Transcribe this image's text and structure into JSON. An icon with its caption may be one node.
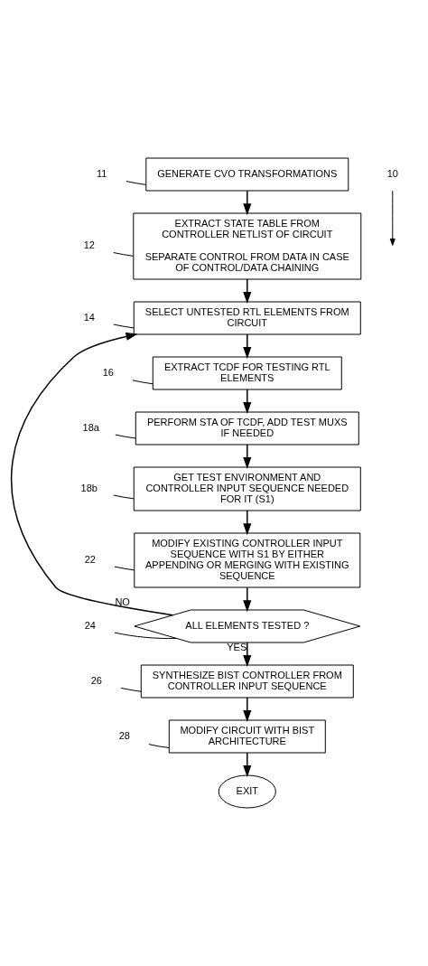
{
  "diagram": {
    "nodes": [
      {
        "text": [
          "11"
        ]
      },
      {
        "text": [
          "GENERATE CVO TRANSFORMATIONS"
        ]
      },
      {
        "text": [
          "10"
        ]
      },
      {
        "text": [
          "12"
        ]
      },
      {
        "text": [
          "EXTRACT STATE TABLE FROM CONTROLLER NETLIST OF CIRCUIT",
          "SEPARATE CONTROL FROM DATA IN CASE OF CONTROL/DATA CHAINING"
        ]
      },
      {
        "text": [
          "14"
        ]
      },
      {
        "text": [
          "SELECT UNTESTED RTL ELEMENTS FROM CIRCUIT"
        ]
      },
      {
        "text": [
          "16"
        ]
      },
      {
        "text": [
          "EXTRACT TCDF FOR TESTING RTL ELEMENTS"
        ]
      },
      {
        "text": [
          "18a"
        ]
      },
      {
        "text": [
          "PERFORM STA OF TCDF, ADD TEST MUXS IF NEEDED"
        ]
      },
      {
        "text": [
          "18b"
        ]
      },
      {
        "text": [
          "GET TEST ENVIRONMENT AND CONTROLLER INPUT SEQUENCE NEEDED FOR IT (S1)"
        ]
      },
      {
        "text": [
          "22"
        ]
      },
      {
        "text": [
          "MODIFY EXISTING CONTROLLER INPUT SEQUENCE WITH S1 BY EITHER APPENDING OR MERGING WITH EXISTING SEQUENCE"
        ]
      },
      {
        "text": [
          "24"
        ]
      },
      {
        "text": [
          "ALL ELEMENTS TESTED ?"
        ]
      },
      {
        "text": [
          "26"
        ]
      },
      {
        "text": [
          "SYNTHESIZE BIST CONTROLLER FROM CONTROLLER INPUT SEQUENCE"
        ]
      },
      {
        "text": [
          "28"
        ]
      },
      {
        "text": [
          "MODIFY CIRCUIT WITH BIST ARCHITECTURE"
        ]
      },
      {
        "text": [
          "EXIT"
        ]
      }
    ],
    "edges": [
      {
        "from": 0,
        "to": 1,
        "arrow": "none"
      },
      {
        "from": 2,
        "to": null,
        "arrow": "to"
      },
      {
        "from": 3,
        "to": 4,
        "arrow": "none"
      },
      {
        "from": 5,
        "to": 6,
        "arrow": "none"
      },
      {
        "from": 7,
        "to": 8,
        "arrow": "none"
      },
      {
        "from": 9,
        "to": 10,
        "arrow": "none"
      },
      {
        "from": 11,
        "to": 12,
        "arrow": "none"
      },
      {
        "from": 13,
        "to": 14,
        "arrow": "none"
      },
      {
        "from": 15,
        "to": 16,
        "arrow": "none"
      },
      {
        "from": 17,
        "to": 18,
        "arrow": "none"
      },
      {
        "from": 19,
        "to": 20,
        "arrow": "none"
      },
      {
        "from": 1,
        "to": 4,
        "arrow": "to"
      },
      {
        "from": 4,
        "to": 6,
        "arrow": "to"
      },
      {
        "from": 6,
        "to": 8,
        "arrow": "to"
      },
      {
        "from": 8,
        "to": 10,
        "arrow": "to"
      },
      {
        "from": 10,
        "to": 12,
        "arrow": "to"
      },
      {
        "from": 12,
        "to": 14,
        "arrow": "to"
      },
      {
        "from": 14,
        "to": 16,
        "arrow": "to"
      },
      {
        "from": 16,
        "to": 6,
        "arrow": "to",
        "label": "NO"
      },
      {
        "from": 16,
        "to": 18,
        "arrow": "to",
        "label": "YES"
      },
      {
        "from": 18,
        "to": 20,
        "arrow": "to"
      },
      {
        "from": 20,
        "to": 21,
        "arrow": "to"
      }
    ]
  }
}
